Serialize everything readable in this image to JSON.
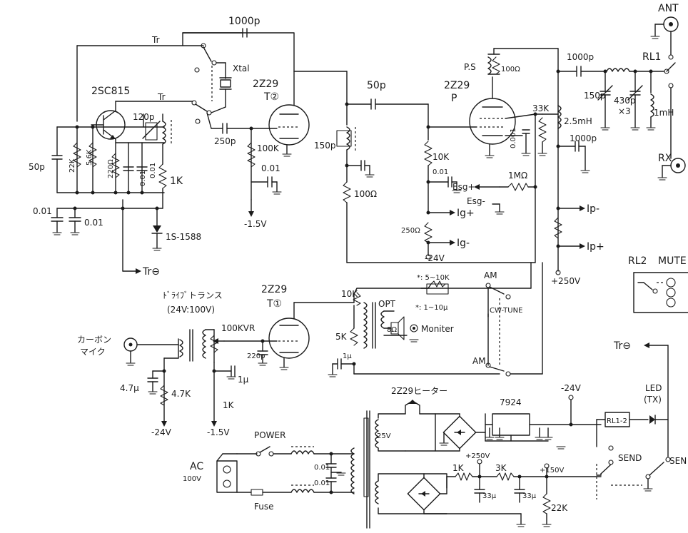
{
  "title": "",
  "labels": {
    "tr1": "Tr",
    "tr2": "Tr",
    "c1000p_top": "1000p",
    "xtal": "Xtal",
    "q_2sc815": "2SC815",
    "c120p": "120p",
    "c50p_left": "50p",
    "r22k": "22K",
    "r56k": "5.6K",
    "r220": "220Ω",
    "c001_a": "0.01",
    "c001_b": "0.01",
    "c001_c": "0.01",
    "c001_d": "0.01",
    "r1k_a": "1K",
    "diode_1s1588": "1S-1588",
    "tr_minus_a": "Tr⊖",
    "v2_name": "2Z29",
    "v2_tag": "T②",
    "c250p": "250p",
    "r100k_g": "100K",
    "c001_e": "0.01",
    "minus15_a": "-1.5V",
    "c50p_mid": "50p",
    "c150p_a": "150p",
    "r100_a": "100Ω",
    "c001_f": "0.01",
    "r10k_a": "10K",
    "r250": "250Ω",
    "ig_plus": "Ig+",
    "ig_minus": "Ig-",
    "minus24_a": "-24V",
    "esg_plus": "Esg+",
    "esg_minus": "Esg-",
    "r1m": "1MΩ",
    "pa_name": "2Z29",
    "pa_p": "P",
    "ps": "P.S",
    "r100_ps": "100Ω",
    "c0001": "0.001",
    "r33k_a": "33K",
    "rfc25": "2.5mH",
    "c1000p_b": "1000p",
    "c1000p_c": "1000p",
    "ip_minus": "Ip-",
    "ip_plus": "Ip+",
    "b250": "+250V",
    "c150p_b": "150p",
    "c430p": "430p",
    "x3": "×3",
    "l1mh": "1mH",
    "rl1": "RL1",
    "ant": "ANT",
    "rx": "RX",
    "rl2": "RL2",
    "mute": "MUTE",
    "modtrans_a": "ﾄﾞﾗｲﾌﾞトランス",
    "modtrans_b": "(24V:100V)",
    "vr100k": "100KVR",
    "mic_a": "カーボン",
    "mic_b": "マイク",
    "c47u": "4.7μ",
    "r47k": "4.7K",
    "minus24_b": "-24V",
    "minus15_b": "-1.5V",
    "r1k_b": "1K",
    "c1u_a": "1μ",
    "c220p": "220p",
    "v1_name": "2Z29",
    "v1_tag": "T①",
    "r10k_b": "10K",
    "opt": "OPT",
    "r5k": "5K",
    "spk": "8Ω",
    "monitor": "Moniter",
    "r_var": "*: 5~10K",
    "c_var": "*: 1~10μ",
    "am_a": "AM",
    "cw_tune": "CW-TUNE",
    "am_b": "AM",
    "c1u_b": "1μ",
    "tr_minus_b": "Tr⊖",
    "led": "LED",
    "tx": "(TX)",
    "minus24_c": "-24V",
    "heater": "2Z29ヒーター",
    "reg7924": "7924",
    "v25": "25V",
    "b250_b": "+250V",
    "rl12": "RL1-2",
    "send_a": "SEND",
    "send_b": "SEN",
    "r1k_c": "1K",
    "r3k": "3K",
    "b150": "+150V",
    "c33u_a": "33μ",
    "c33u_b": "33μ",
    "r22k_b": "22K",
    "power": "POWER",
    "ac": "AC",
    "ac100": "100V",
    "fuse": "Fuse",
    "c001_g": "0.01",
    "c001_h": "0.01"
  }
}
